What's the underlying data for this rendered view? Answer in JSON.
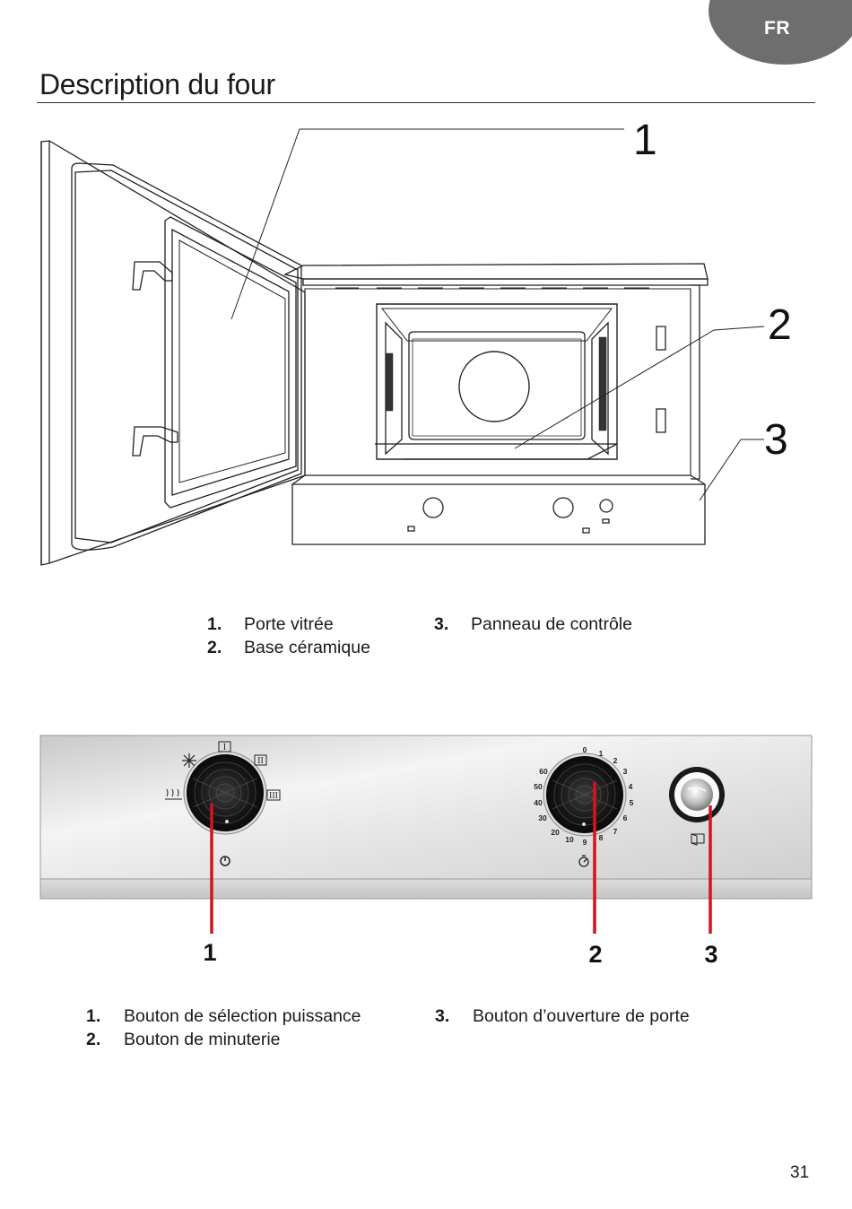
{
  "header": {
    "language": "FR",
    "title": "Description du four"
  },
  "oven_figure": {
    "callouts": [
      "1",
      "2",
      "3"
    ],
    "legend": [
      {
        "number": "1.",
        "label": "Porte vitrée"
      },
      {
        "number": "2.",
        "label": "Base céramique"
      },
      {
        "number": "3.",
        "label": "Panneau de contrôle"
      }
    ]
  },
  "panel_figure": {
    "timer_scale": [
      "0",
      "1",
      "2",
      "3",
      "4",
      "5",
      "6",
      "7",
      "8",
      "9",
      "10",
      "20",
      "30",
      "40",
      "50",
      "60"
    ],
    "power_marks": [
      "I",
      "II",
      "III"
    ],
    "callouts": [
      "1",
      "2",
      "3"
    ],
    "legend": [
      {
        "number": "1.",
        "label": "Bouton de sélection puissance"
      },
      {
        "number": "2.",
        "label": "Bouton de minuterie"
      },
      {
        "number": "3.",
        "label": "Bouton d’ouverture de porte"
      }
    ]
  },
  "footer": {
    "page_number": "31"
  },
  "colors": {
    "tab": "#6e6e6e",
    "callout_line": "#d2141e",
    "panel_light": "#f2f2f2",
    "panel_shade": "#bdbdbd",
    "knob_dark": "#1c1c1c"
  }
}
